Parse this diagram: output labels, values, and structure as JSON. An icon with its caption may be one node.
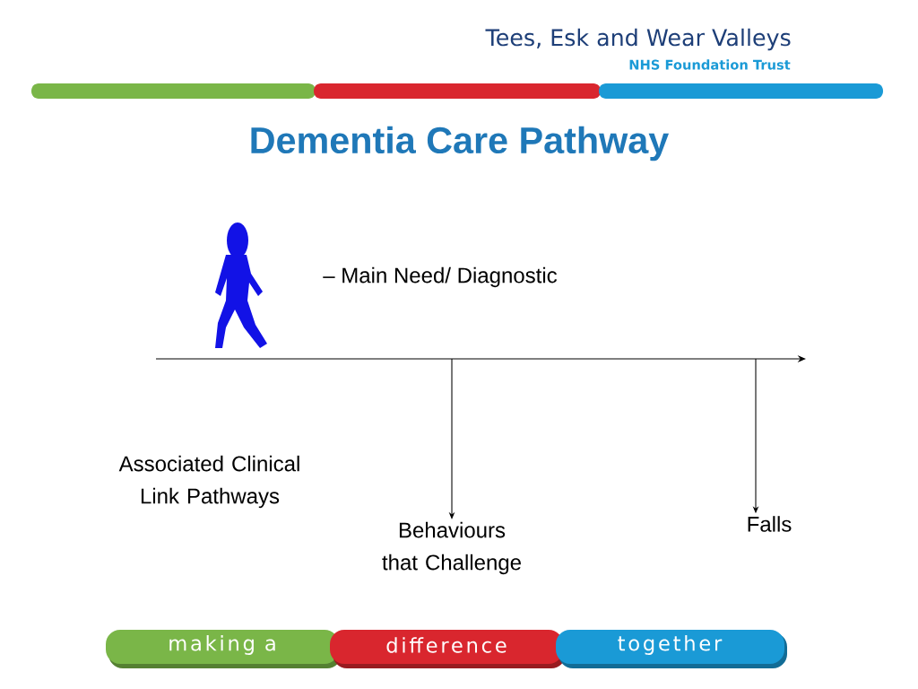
{
  "diagram": {
    "title": "Dementia Care Pathway",
    "nodes": [
      {
        "text": [
          "Behaviours that Challenge"
        ]
      },
      {
        "text": [
          "Falls"
        ]
      }
    ],
    "edges": [
      {
        "from": null,
        "to": 0,
        "arrow": "to"
      },
      {
        "from": null,
        "to": 1,
        "arrow": "to"
      }
    ],
    "labels": [
      "Tees, Esk and Wear Valleys",
      "NHS Foundation Trust",
      "– Main Need/ Diagnostic",
      "Associated Clinical Link Pathways",
      "making a",
      "difference",
      "together"
    ]
  }
}
